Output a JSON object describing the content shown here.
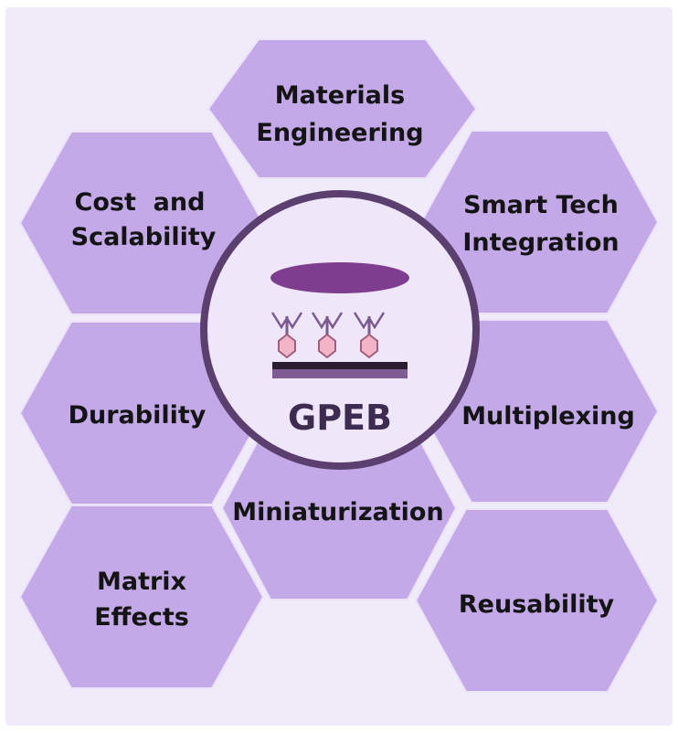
{
  "diagram": {
    "center": {
      "label": "GPEB",
      "icon": "biosensor-icon"
    },
    "segments": [
      {
        "id": "materials",
        "lines": [
          "Materials",
          "Engineering"
        ]
      },
      {
        "id": "smart",
        "lines": [
          "Smart Tech",
          "Integration"
        ]
      },
      {
        "id": "multiplex",
        "lines": [
          "Multiplexing"
        ]
      },
      {
        "id": "reuse",
        "lines": [
          "Reusability"
        ]
      },
      {
        "id": "mini",
        "lines": [
          "Miniaturization"
        ]
      },
      {
        "id": "matrix",
        "lines": [
          "Matrix",
          "Effects"
        ]
      },
      {
        "id": "durability",
        "lines": [
          "Durability"
        ]
      },
      {
        "id": "cost",
        "lines": [
          "Cost  and",
          "Scalability"
        ]
      }
    ],
    "colors": {
      "background": "#ffffff",
      "panel": "#f0ebf8",
      "hexagon": "#c4a9e8",
      "circle_fill": "#efe7f9",
      "circle_ring": "#5a3f6f",
      "ellipse": "#7e3d8f",
      "receptor": "#f2b4c6",
      "substrate": "#2a1d30"
    }
  }
}
